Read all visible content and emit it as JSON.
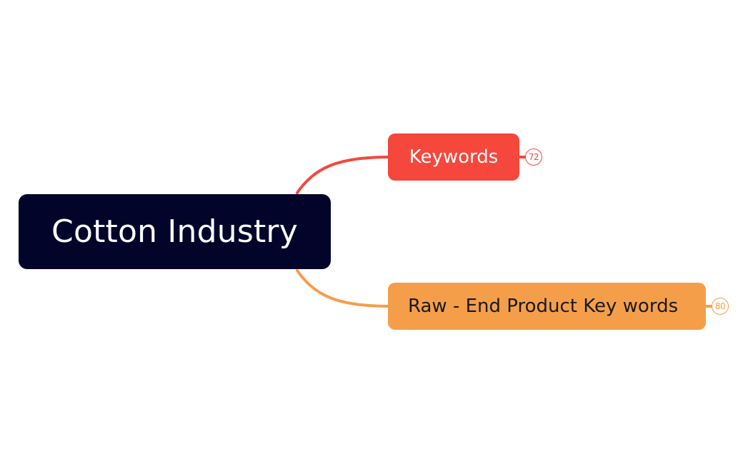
{
  "mindmap": {
    "root": {
      "label": "Cotton Industry",
      "color": "#02042a"
    },
    "branches": [
      {
        "label": "Keywords",
        "count": "72",
        "color": "#f5473c"
      },
      {
        "label": "Raw - End Product Key words",
        "count": "80",
        "color": "#f59e4a"
      }
    ]
  }
}
